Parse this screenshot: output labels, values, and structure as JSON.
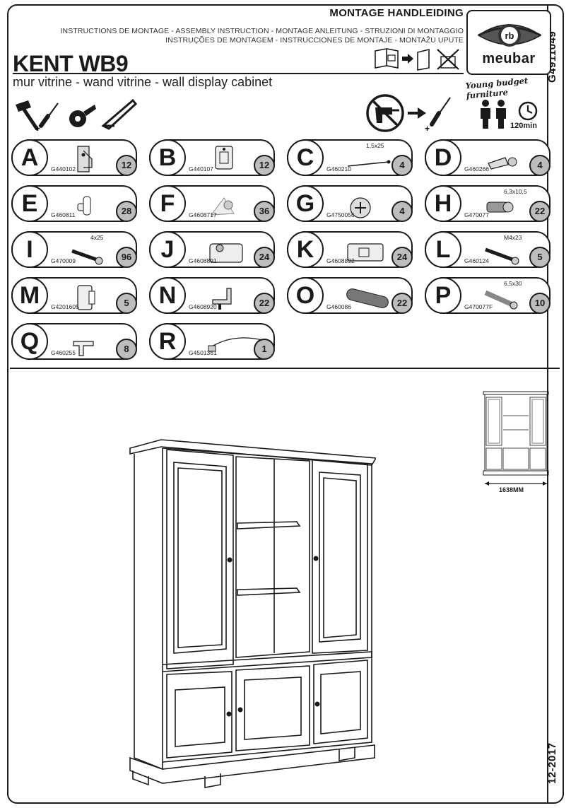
{
  "header": {
    "main": "MONTAGE HANDLEIDING",
    "languages_line1": "INSTRUCTIONS DE MONTAGE - ASSEMBLY INSTRUCTION - MONTAGE ANLEITUNG - STRUZIONI DI MONTAGGIO",
    "languages_line2": "INSTRUÇÕES DE MONTAGEM - INSTRUCCIONES DE MONTAJE - MONTAŽU UPUTE"
  },
  "product": {
    "title": "KENT WB9",
    "subtitle": "mur vitrine - wand vitrine - wall display cabinet"
  },
  "brand": {
    "monogram": "rb",
    "name": "meubar",
    "tagline": "Young budget furniture"
  },
  "document": {
    "code": "G4911049",
    "date": "12-2017"
  },
  "tools": {
    "icons": [
      "hammer-icon",
      "screwdriver-icon",
      "tape-measure-icon",
      "square-ruler-icon"
    ],
    "no_power_tools_icon": "no-power-tool-icon",
    "persons": 2,
    "time": "120min"
  },
  "parts": [
    {
      "letter": "A",
      "code": "G440102",
      "qty": "12",
      "spec": "",
      "icon": "hinge-icon"
    },
    {
      "letter": "B",
      "code": "G440107",
      "qty": "12",
      "spec": "",
      "icon": "hinge-plate-icon"
    },
    {
      "letter": "C",
      "code": "G460210",
      "qty": "4",
      "spec": "1,5x25",
      "icon": "nail-icon"
    },
    {
      "letter": "D",
      "code": "G460266",
      "qty": "4",
      "spec": "",
      "icon": "cam-bolt-icon"
    },
    {
      "letter": "E",
      "code": "G460811",
      "qty": "28",
      "spec": "",
      "icon": "shelf-pin-icon"
    },
    {
      "letter": "F",
      "code": "G4608717",
      "qty": "36",
      "spec": "",
      "icon": "glass-clip-icon"
    },
    {
      "letter": "G",
      "code": "G4750056",
      "qty": "4",
      "spec": "",
      "icon": "cam-lock-icon"
    },
    {
      "letter": "H",
      "code": "G470077",
      "qty": "22",
      "spec": "6,3x10,5",
      "icon": "euro-screw-icon"
    },
    {
      "letter": "I",
      "code": "G470009",
      "qty": "96",
      "spec": "4x25",
      "icon": "wood-screw-icon"
    },
    {
      "letter": "J",
      "code": "G4608891",
      "qty": "24",
      "spec": "",
      "icon": "connector-block-icon"
    },
    {
      "letter": "K",
      "code": "G4608892",
      "qty": "24",
      "spec": "",
      "icon": "connector-plate-icon"
    },
    {
      "letter": "L",
      "code": "G460124",
      "qty": "5",
      "spec": "M4x23",
      "icon": "machine-screw-icon"
    },
    {
      "letter": "M",
      "code": "G4201605",
      "qty": "5",
      "spec": "",
      "icon": "wall-bracket-icon"
    },
    {
      "letter": "N",
      "code": "G4608920",
      "qty": "22",
      "spec": "",
      "icon": "shelf-support-icon"
    },
    {
      "letter": "O",
      "code": "G460086",
      "qty": "22",
      "spec": "",
      "icon": "dowel-icon"
    },
    {
      "letter": "P",
      "code": "G470077F",
      "qty": "10",
      "spec": "6,5x30",
      "icon": "confirmat-screw-icon"
    },
    {
      "letter": "Q",
      "code": "G460255",
      "qty": "8",
      "spec": "",
      "icon": "glass-shelf-support-icon"
    },
    {
      "letter": "R",
      "code": "G4501361",
      "qty": "1",
      "spec": "",
      "icon": "led-light-cable-icon"
    }
  ],
  "dimensions": {
    "width": "1638MM"
  }
}
